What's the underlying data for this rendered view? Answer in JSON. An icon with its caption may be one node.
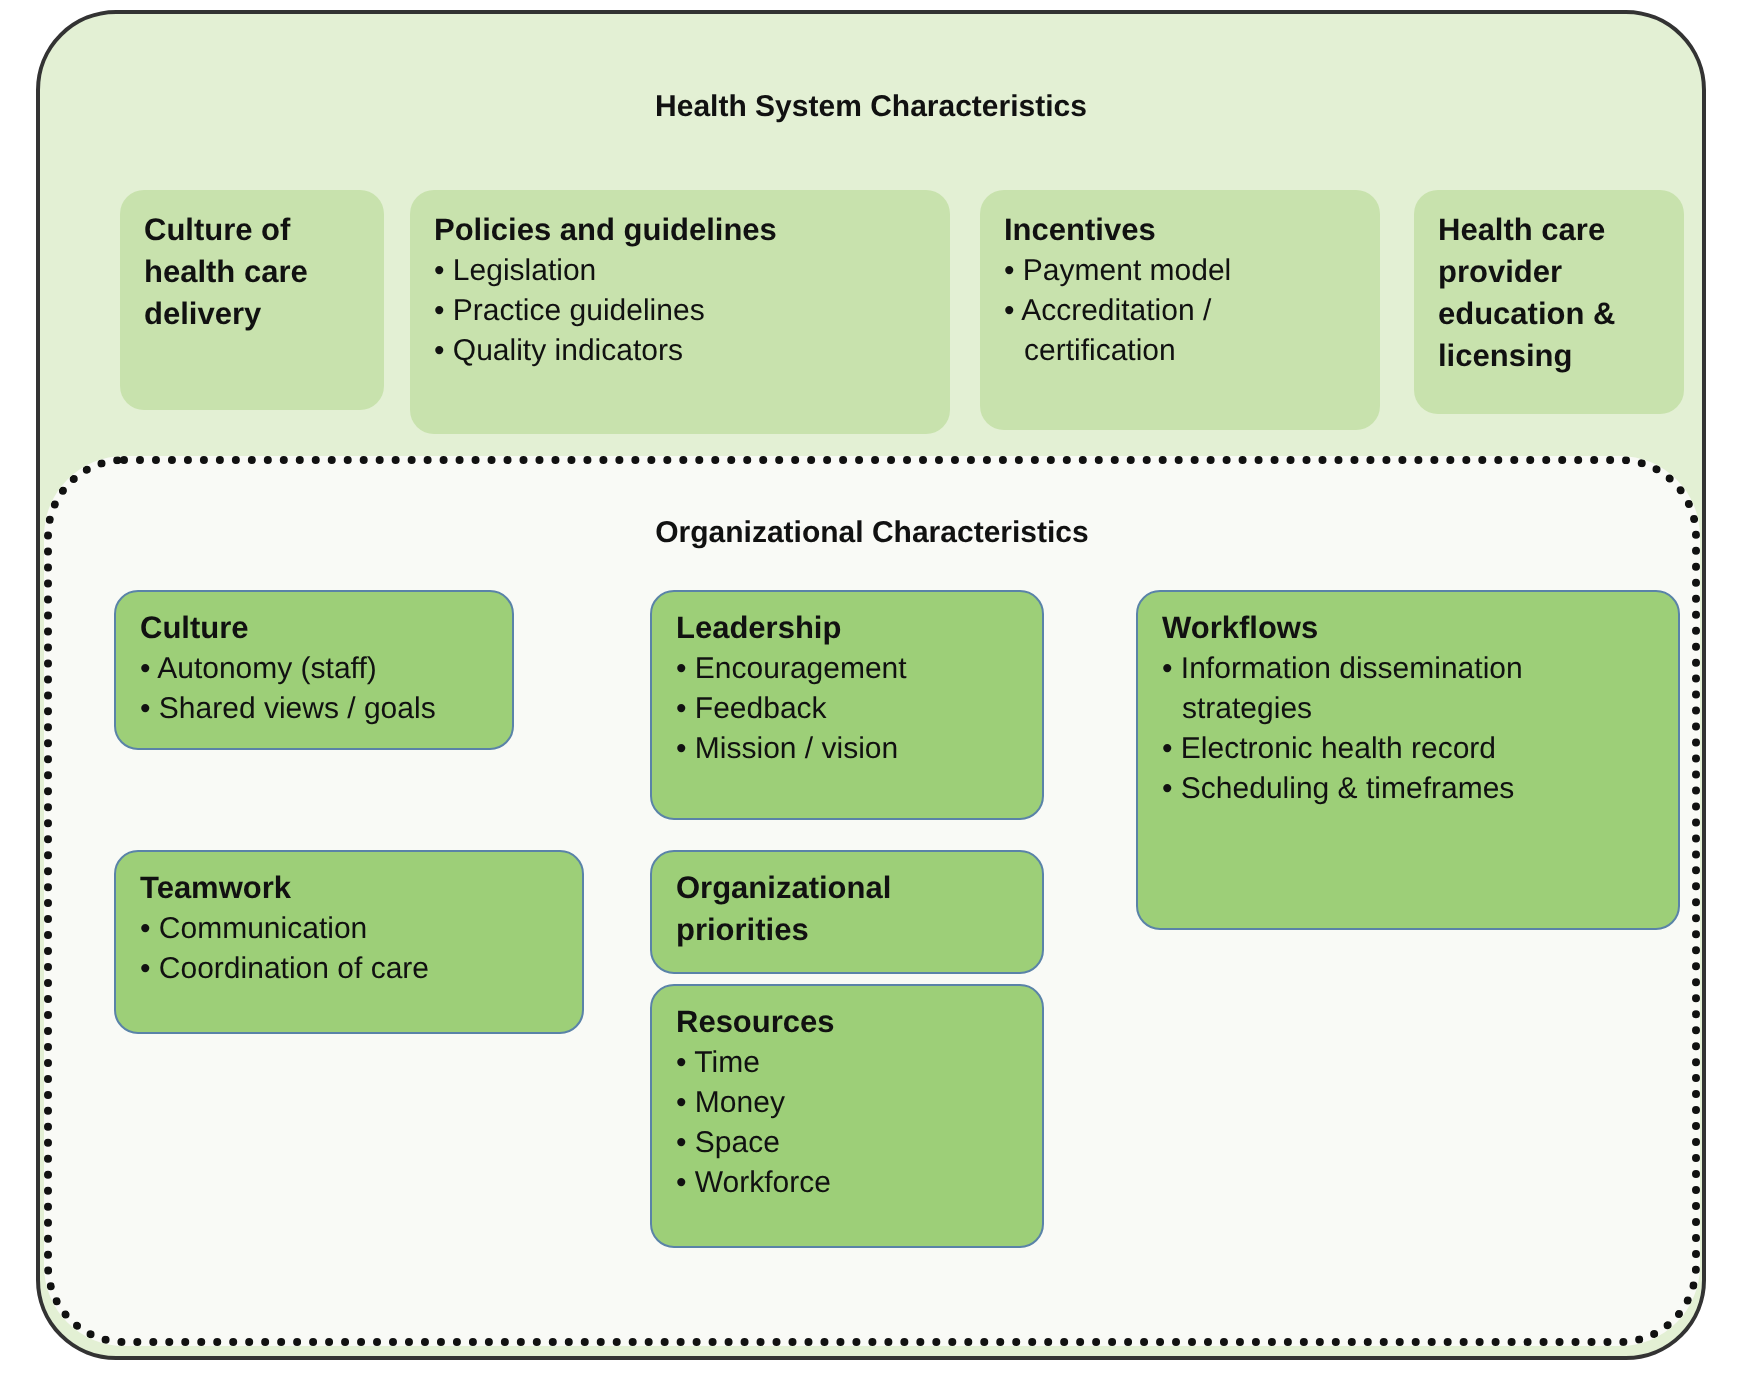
{
  "diagram": {
    "nodes": [
      {
        "text": [
          "Health System Characteristics"
        ]
      },
      {
        "text": [
          "Culture of health care delivery"
        ],
        "in": 0
      },
      {
        "text": [
          "Policies and guidelines",
          "• Legislation",
          "• Practice guidelines",
          "• Quality indicators"
        ],
        "in": 0
      },
      {
        "text": [
          "Incentives",
          "• Payment model",
          "• Accreditation / certification"
        ],
        "in": 0
      },
      {
        "text": [
          "Health care provider education & licensing"
        ],
        "in": 0
      },
      {
        "text": [
          "Organizational Characteristics"
        ],
        "in": 0
      },
      {
        "text": [
          "Culture",
          "• Autonomy (staff)",
          "• Shared views / goals"
        ],
        "in": 5
      },
      {
        "text": [
          "Leadership",
          "• Encouragement",
          "• Feedback",
          "• Mission / vision"
        ],
        "in": 5
      },
      {
        "text": [
          "Workflows",
          "• Information dissemination strategies",
          "• Electronic health record",
          "• Scheduling & timeframes"
        ],
        "in": 5
      },
      {
        "text": [
          "Teamwork",
          "• Communication",
          "• Coordination of care"
        ],
        "in": 5
      },
      {
        "text": [
          "Organizational priorities"
        ],
        "in": 5
      },
      {
        "text": [
          "Resources",
          "• Time",
          "• Money",
          "• Space",
          "• Workforce"
        ],
        "in": 5
      }
    ]
  }
}
